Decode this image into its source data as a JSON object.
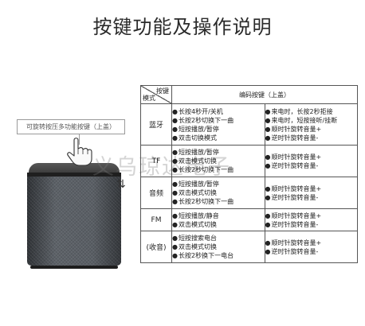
{
  "title": "按键功能及操作说明",
  "callout_label": "可旋转按压多功能按键（上盖）",
  "watermark": "义乌琼达电子",
  "rotate_symbol": "⇅",
  "table": {
    "header": {
      "diag_top": "按键",
      "diag_bottom": "模式",
      "col": "编码按键（上盖）"
    },
    "bullet": "●",
    "rows": [
      {
        "mode": "蓝牙",
        "left": [
          "长按4秒开/关机",
          "长按2秒切换下一曲",
          "短按播放/暂停",
          "双击切换模式"
        ],
        "right": [
          "来电时，长按2秒拒接",
          "来电时，短按接听/挂断",
          "顺时针旋转音量+",
          "逆时针旋转音量-"
        ]
      },
      {
        "mode": "TF",
        "left": [
          "短按播放/暂停",
          "双击模式切换",
          "长按2秒切换下一曲"
        ],
        "right": [
          "顺时针旋转音量+",
          "逆时针旋转音量-"
        ]
      },
      {
        "mode": "音频",
        "left": [
          "短按播放/暂停",
          "双击模式切换",
          "长按2秒切换下一曲"
        ],
        "right": [
          "顺时针旋转音量+",
          "逆时针旋转音量-"
        ]
      },
      {
        "mode": "FM",
        "left": [
          "短按播放/静音",
          "双击模式切换"
        ],
        "right": [
          "顺时针旋转音量+",
          "逆时针旋转音量-"
        ]
      },
      {
        "mode": "(收音)",
        "left": [
          "短按搜索电台",
          "双击模式切换",
          "长按2秒换下一电台"
        ],
        "right": [
          "顺时针旋转音量+",
          "逆时针旋转音量-"
        ]
      }
    ]
  }
}
